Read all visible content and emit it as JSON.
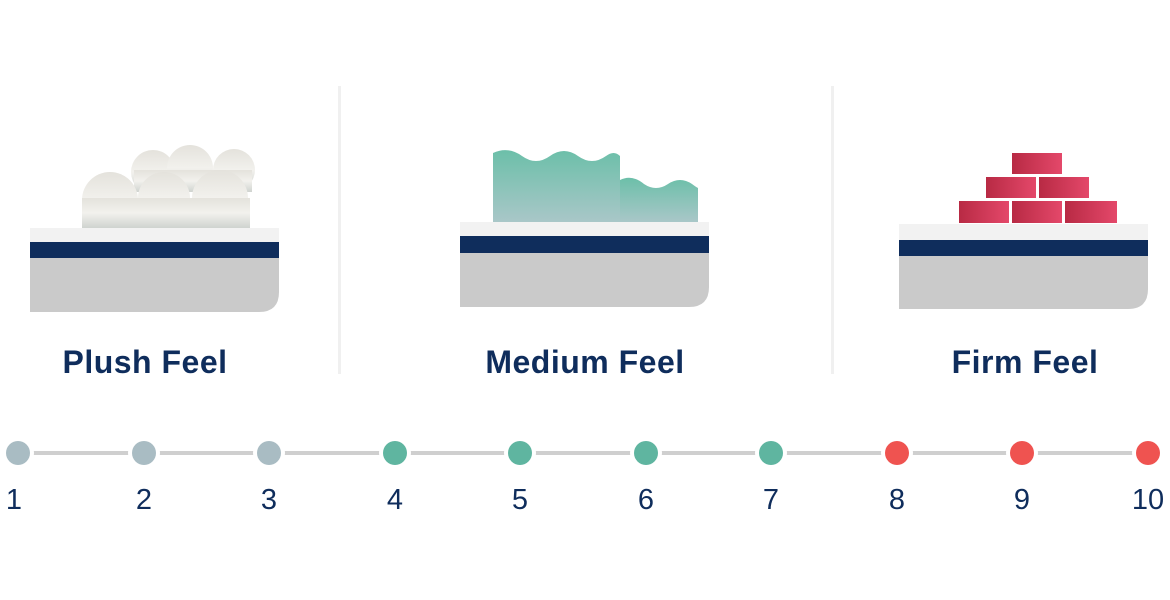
{
  "feels": [
    {
      "label": "Plush Feel",
      "type": "plush"
    },
    {
      "label": "Medium Feel",
      "type": "medium"
    },
    {
      "label": "Firm Feel",
      "type": "firm"
    }
  ],
  "scale": {
    "points": [
      {
        "value": "1",
        "color": "#a9bcc3"
      },
      {
        "value": "2",
        "color": "#a9bcc3"
      },
      {
        "value": "3",
        "color": "#a9bcc3"
      },
      {
        "value": "4",
        "color": "#5fb5a0"
      },
      {
        "value": "5",
        "color": "#5fb5a0"
      },
      {
        "value": "6",
        "color": "#5fb5a0"
      },
      {
        "value": "7",
        "color": "#5fb5a0"
      },
      {
        "value": "8",
        "color": "#ef5350"
      },
      {
        "value": "9",
        "color": "#ef5350"
      },
      {
        "value": "10",
        "color": "#ef5350"
      }
    ]
  },
  "colors": {
    "navy": "#0f2d5c",
    "mattress_top": "#f2f2f2",
    "mattress_base": "#cacaca",
    "cloud": "#e8e6e0",
    "foam": "#6fc0ab",
    "brick": "#d83a52"
  }
}
